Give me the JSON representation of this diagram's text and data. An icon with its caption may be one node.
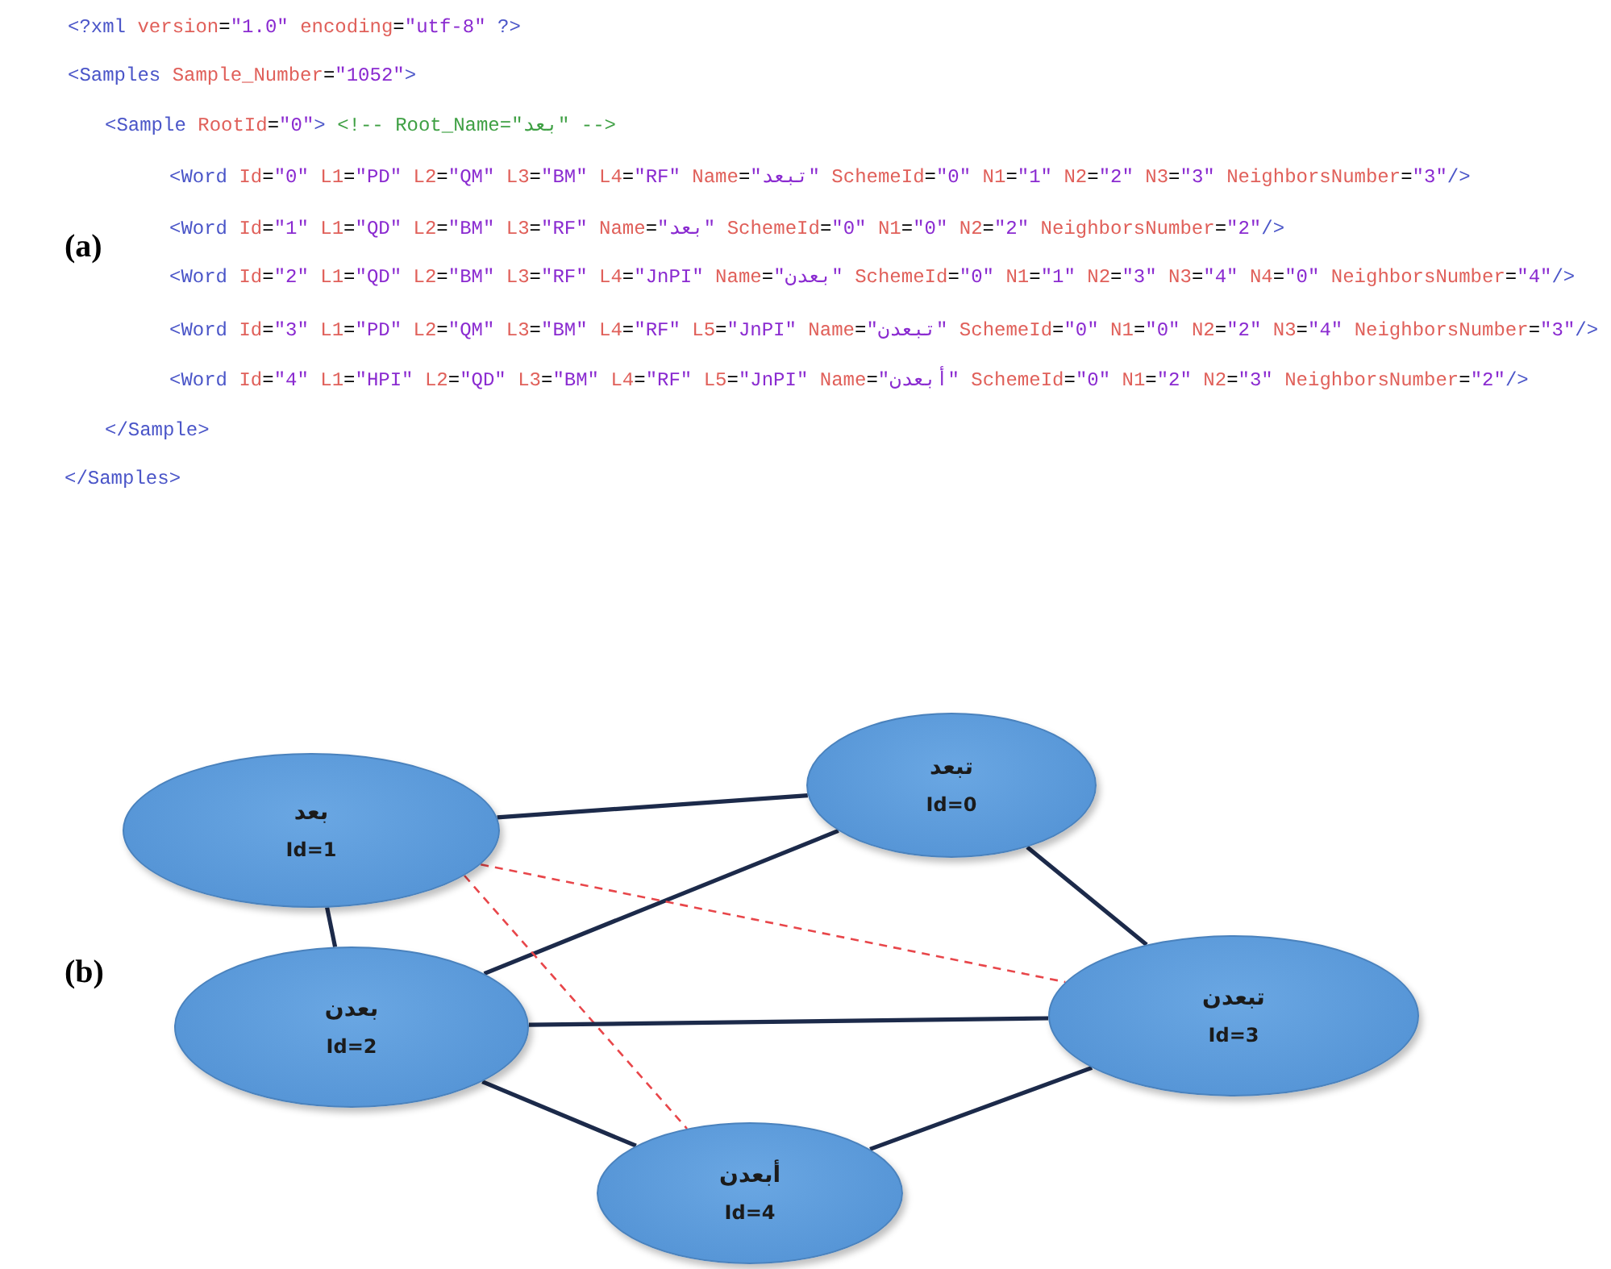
{
  "diagram": {
    "nodes": [
      {
        "text": [
          "تبعد",
          "Id=0"
        ]
      },
      {
        "text": [
          "بعد",
          "Id=1"
        ]
      },
      {
        "text": [
          "بعدن",
          "Id=2"
        ]
      },
      {
        "text": [
          "تبعدن",
          "Id=3"
        ]
      },
      {
        "text": [
          "أبعدن",
          "Id=4"
        ]
      }
    ],
    "edges": [
      {
        "from": 1,
        "to": 0,
        "arrow": "none"
      },
      {
        "from": 0,
        "to": 3,
        "arrow": "none"
      },
      {
        "from": 1,
        "to": 2,
        "arrow": "none"
      },
      {
        "from": 2,
        "to": 0,
        "arrow": "none"
      },
      {
        "from": 1,
        "to": 3,
        "arrow": "none",
        "style": "dashed",
        "color": "#e8464a"
      },
      {
        "from": 1,
        "to": 4,
        "arrow": "none",
        "style": "dashed",
        "color": "#e8464a"
      },
      {
        "from": 2,
        "to": 3,
        "arrow": "none"
      },
      {
        "from": 2,
        "to": 4,
        "arrow": "none"
      },
      {
        "from": 4,
        "to": 3,
        "arrow": "none"
      }
    ],
    "labels": [
      "<?xml version=\"1.0\" encoding=\"utf-8\" ?>",
      "<Samples Sample_Number=\"1052\">",
      "<Sample RootId=\"0\">  <!-- Root_Name=\"بعد\" -->",
      "(a)",
      "<Word Id=\"0\" L1=\"PD\" L2=\"QM\" L3=\"BM\" L4=\"RF\" Name=\"تبعد\" SchemeId=\"0\" N1=\"1\" N2=\"2\" N3=\"3\" NeighborsNumber=\"3\"/>",
      "<Word Id=\"1\" L1=\"QD\" L2=\"BM\" L3=\"RF\" Name=\"بعد\" SchemeId=\"0\" N1=\"0\" N2=\"2\" NeighborsNumber=\"2\"/>",
      "<Word Id=\"2\" L1=\"QD\" L2=\"BM\" L3=\"RF\" L4=\"JnPI\" Name=\"بعدن\" SchemeId=\"0\" N1=\"1\" N2=\"3\" N3=\"4\" N4=\"0\" NeighborsNumber=\"4\"/>",
      "<Word Id=\"3\" L1=\"PD\" L2=\"QM\" L3=\"BM\" L4=\"RF\" L5=\"JnPI\" Name=\"تبعدن\" SchemeId=\"0\" N1=\"0\" N2=\"2\" N3=\"4\" NeighborsNumber=\"3\"/>",
      "<Word Id=\"4\" L1=\"HPI\" L2=\"QD\" L3=\"BM\" L4=\"RF\" L5=\"JnPI\" Name=\"أبعدن\" SchemeId=\"0\" N1=\"2\" N2=\"3\" NeighborsNumber=\"2\"/>",
      "</Sample>",
      "</Samples>",
      "(b)"
    ]
  }
}
